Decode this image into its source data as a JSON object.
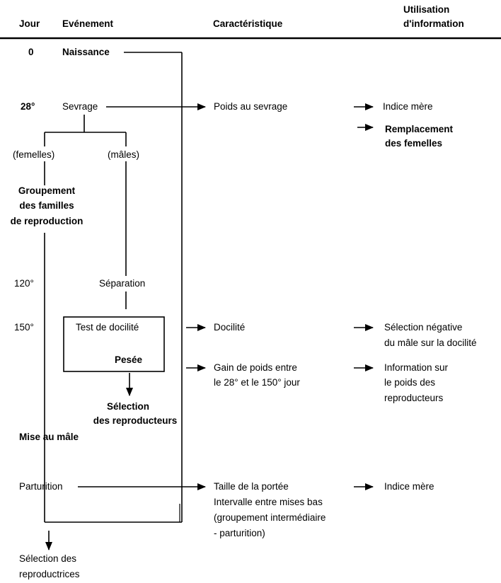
{
  "header": {
    "col_day": "Jour",
    "col_event": "Evénement",
    "col_characteristic": "Caractéristique",
    "col_use_line1": "Utilisation",
    "col_use_line2": "d'information"
  },
  "rows": {
    "birth": {
      "day": "0",
      "event": "Naissance"
    },
    "weaning": {
      "day": "28°",
      "event": "Sevrage",
      "characteristic": "Poids au sevrage",
      "use1": "Indice mère",
      "use2_line1": "Remplacement",
      "use2_line2": "des femelles",
      "branch_females": "(femelles)",
      "branch_males": "(mâles)"
    },
    "grouping": {
      "line1": "Groupement",
      "line2": "des familles",
      "line3": "de reproduction"
    },
    "separation": {
      "day": "120°",
      "event": "Séparation"
    },
    "docility": {
      "day": "150°",
      "box_test": "Test de docilité",
      "box_weigh": "Pesée",
      "characteristic1": "Docilité",
      "use1_line1": "Sélection négative",
      "use1_line2": "du mâle sur la docilité",
      "characteristic2_line1": "Gain de poids entre",
      "characteristic2_line2": "le 28° et le 150° jour",
      "use2_line1": "Information sur",
      "use2_line2": "le poids des",
      "use2_line3": "reproducteurs"
    },
    "selection_males": {
      "line1": "Sélection",
      "line2": "des reproducteurs"
    },
    "mating": {
      "event": "Mise au mâle"
    },
    "parturition": {
      "event": "Parturition",
      "char_line1": "Taille de la portée",
      "char_line2": "Intervalle  entre mises bas",
      "char_line3": "(groupement intermédiaire",
      "char_line4": "- parturition)",
      "use": "Indice mère"
    },
    "selection_females": {
      "line1": "Sélection des",
      "line2": "reproductrices"
    }
  }
}
